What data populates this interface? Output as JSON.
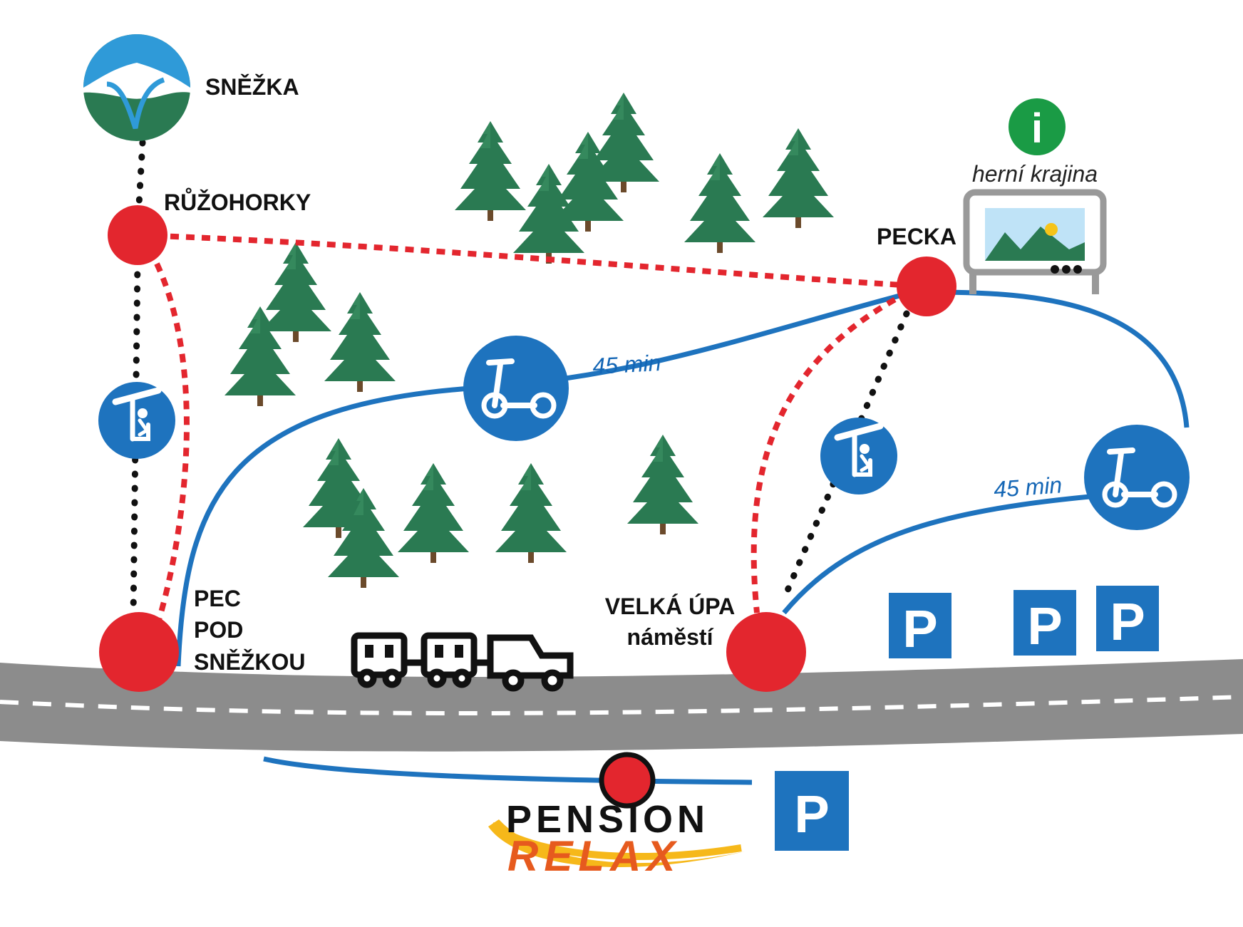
{
  "places": {
    "snezka": "SNĚŽKA",
    "ruzohorky": "RŮŽOHORKY",
    "pecka": "PECKA",
    "pec_pod_snezkou": [
      "PEC",
      "POD",
      "SNĚŽKOU"
    ],
    "velka_upa": "VELKÁ ÚPA",
    "velka_upa_sub": "náměstí"
  },
  "routes": {
    "scooter_time_1": "45 min",
    "scooter_time_2": "45 min"
  },
  "info": {
    "glyph": "i",
    "label": "herní krajina"
  },
  "parking": {
    "letter": "P"
  },
  "brand": {
    "line1": "PENSION",
    "line2": "RELAX"
  },
  "icons": {
    "peak": "mountain-peak-icon",
    "chairlift": "chairlift-icon",
    "scooter": "scooter-icon",
    "info": "info-icon",
    "billboard": "playground-billboard-icon",
    "train": "road-train-icon",
    "parking": "parking-icon",
    "tree": "spruce-tree-icon"
  },
  "colors": {
    "stop_red": "#e3262e",
    "route_blue": "#1e73be",
    "road_grey": "#8c8c8c",
    "tree_green": "#2a7a52",
    "info_green": "#1a9b45",
    "brand_orange": "#e65a1e",
    "brand_yellow": "#f6b81a"
  }
}
